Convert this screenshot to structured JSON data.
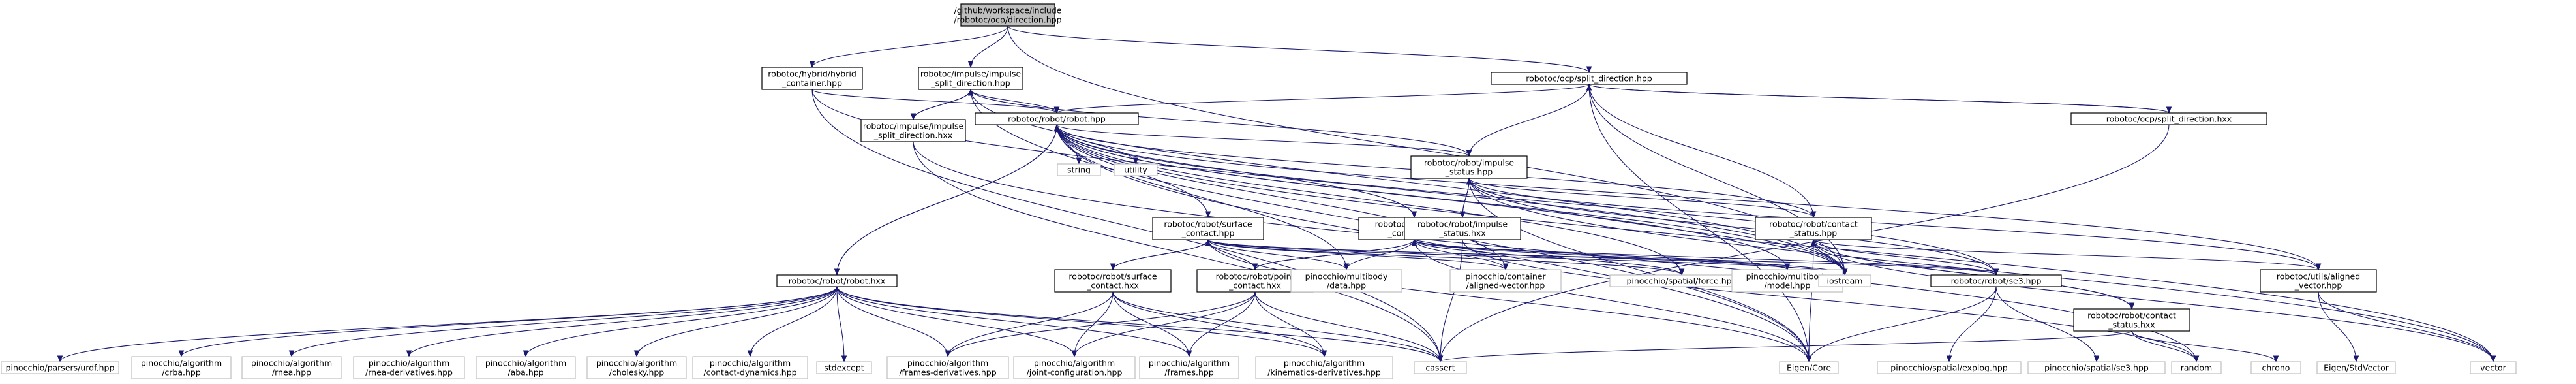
{
  "nodes": [
    {
      "id": "root",
      "lines": [
        "/github/workspace/include",
        "/robotoc/ocp/direction.hpp"
      ],
      "kind": "root"
    },
    {
      "id": "hybrid",
      "lines": [
        "robotoc/hybrid/hybrid",
        "_container.hpp"
      ],
      "kind": "local"
    },
    {
      "id": "imp_split_hpp",
      "lines": [
        "robotoc/impulse/impulse",
        "_split_direction.hpp"
      ],
      "kind": "local"
    },
    {
      "id": "split_dir_hpp",
      "lines": [
        "robotoc/ocp/split_direction.hpp"
      ],
      "kind": "local"
    },
    {
      "id": "imp_split_hxx",
      "lines": [
        "robotoc/impulse/impulse",
        "_split_direction.hxx"
      ],
      "kind": "local"
    },
    {
      "id": "robot_hpp",
      "lines": [
        "robotoc/robot/robot.hpp"
      ],
      "kind": "local"
    },
    {
      "id": "split_dir_hxx",
      "lines": [
        "robotoc/ocp/split_direction.hxx"
      ],
      "kind": "local"
    },
    {
      "id": "string",
      "lines": [
        "string"
      ],
      "kind": "ext"
    },
    {
      "id": "utility",
      "lines": [
        "utility"
      ],
      "kind": "ext"
    },
    {
      "id": "imp_status_hpp",
      "lines": [
        "robotoc/robot/impulse",
        "_status.hpp"
      ],
      "kind": "local"
    },
    {
      "id": "surface_hpp",
      "lines": [
        "robotoc/robot/surface",
        "_contact.hpp"
      ],
      "kind": "local"
    },
    {
      "id": "point_hpp",
      "lines": [
        "robotoc/robot/point",
        "_contact.hpp"
      ],
      "kind": "local"
    },
    {
      "id": "imp_status_hxx",
      "lines": [
        "robotoc/robot/impulse",
        "_status.hxx"
      ],
      "kind": "local"
    },
    {
      "id": "contact_status_hpp",
      "lines": [
        "robotoc/robot/contact",
        "_status.hpp"
      ],
      "kind": "local"
    },
    {
      "id": "robot_hxx",
      "lines": [
        "robotoc/robot/robot.hxx"
      ],
      "kind": "local"
    },
    {
      "id": "surface_hxx",
      "lines": [
        "robotoc/robot/surface",
        "_contact.hxx"
      ],
      "kind": "local"
    },
    {
      "id": "point_hxx",
      "lines": [
        "robotoc/robot/point",
        "_contact.hxx"
      ],
      "kind": "local"
    },
    {
      "id": "mb_data",
      "lines": [
        "pinocchio/multibody",
        "/data.hpp"
      ],
      "kind": "ext"
    },
    {
      "id": "aligned_vec",
      "lines": [
        "pinocchio/container",
        "/aligned-vector.hpp"
      ],
      "kind": "ext"
    },
    {
      "id": "force",
      "lines": [
        "pinocchio/spatial/force.hpp"
      ],
      "kind": "ext"
    },
    {
      "id": "mb_model",
      "lines": [
        "pinocchio/multibody",
        "/model.hpp"
      ],
      "kind": "ext"
    },
    {
      "id": "iostream",
      "lines": [
        "iostream"
      ],
      "kind": "ext"
    },
    {
      "id": "se3_hpp",
      "lines": [
        "robotoc/robot/se3.hpp"
      ],
      "kind": "local"
    },
    {
      "id": "contact_status_hxx",
      "lines": [
        "robotoc/robot/contact",
        "_status.hxx"
      ],
      "kind": "local"
    },
    {
      "id": "aligned_vector_hpp",
      "lines": [
        "robotoc/utils/aligned",
        "_vector.hpp"
      ],
      "kind": "local"
    },
    {
      "id": "urdf",
      "lines": [
        "pinocchio/parsers/urdf.hpp"
      ],
      "kind": "ext"
    },
    {
      "id": "crba",
      "lines": [
        "pinocchio/algorithm",
        "/crba.hpp"
      ],
      "kind": "ext"
    },
    {
      "id": "rnea",
      "lines": [
        "pinocchio/algorithm",
        "/rnea.hpp"
      ],
      "kind": "ext"
    },
    {
      "id": "rnea_der",
      "lines": [
        "pinocchio/algorithm",
        "/rnea-derivatives.hpp"
      ],
      "kind": "ext"
    },
    {
      "id": "aba",
      "lines": [
        "pinocchio/algorithm",
        "/aba.hpp"
      ],
      "kind": "ext"
    },
    {
      "id": "cholesky",
      "lines": [
        "pinocchio/algorithm",
        "/cholesky.hpp"
      ],
      "kind": "ext"
    },
    {
      "id": "contact_dyn",
      "lines": [
        "pinocchio/algorithm",
        "/contact-dynamics.hpp"
      ],
      "kind": "ext"
    },
    {
      "id": "stdexcept",
      "lines": [
        "stdexcept"
      ],
      "kind": "ext"
    },
    {
      "id": "frames_der",
      "lines": [
        "pinocchio/algorithm",
        "/frames-derivatives.hpp"
      ],
      "kind": "ext"
    },
    {
      "id": "joint_conf",
      "lines": [
        "pinocchio/algorithm",
        "/joint-configuration.hpp"
      ],
      "kind": "ext"
    },
    {
      "id": "frames",
      "lines": [
        "pinocchio/algorithm",
        "/frames.hpp"
      ],
      "kind": "ext"
    },
    {
      "id": "kin_der",
      "lines": [
        "pinocchio/algorithm",
        "/kinematics-derivatives.hpp"
      ],
      "kind": "ext"
    },
    {
      "id": "cassert",
      "lines": [
        "cassert"
      ],
      "kind": "ext"
    },
    {
      "id": "eigen_core",
      "lines": [
        "Eigen/Core"
      ],
      "kind": "ext"
    },
    {
      "id": "explog",
      "lines": [
        "pinocchio/spatial/explog.hpp"
      ],
      "kind": "ext"
    },
    {
      "id": "se3_pin",
      "lines": [
        "pinocchio/spatial/se3.hpp"
      ],
      "kind": "ext"
    },
    {
      "id": "random",
      "lines": [
        "random"
      ],
      "kind": "ext"
    },
    {
      "id": "chrono",
      "lines": [
        "chrono"
      ],
      "kind": "ext"
    },
    {
      "id": "stdvector",
      "lines": [
        "Eigen/StdVector"
      ],
      "kind": "ext"
    },
    {
      "id": "vector",
      "lines": [
        "vector"
      ],
      "kind": "ext"
    }
  ],
  "edges": [
    [
      "root",
      "hybrid"
    ],
    [
      "root",
      "imp_split_hpp"
    ],
    [
      "root",
      "split_dir_hpp"
    ],
    [
      "root",
      "iostream"
    ],
    [
      "hybrid",
      "robot_hpp"
    ],
    [
      "hybrid",
      "iostream"
    ],
    [
      "hybrid",
      "cassert"
    ],
    [
      "imp_split_hpp",
      "imp_split_hxx"
    ],
    [
      "imp_split_hpp",
      "robot_hpp"
    ],
    [
      "imp_split_hpp",
      "imp_status_hpp"
    ],
    [
      "imp_split_hpp",
      "iostream"
    ],
    [
      "imp_split_hpp",
      "eigen_core"
    ],
    [
      "imp_split_hxx",
      "imp_split_hpp"
    ],
    [
      "imp_split_hxx",
      "cassert"
    ],
    [
      "imp_split_hxx",
      "random"
    ],
    [
      "split_dir_hpp",
      "split_dir_hxx"
    ],
    [
      "split_dir_hpp",
      "robot_hpp"
    ],
    [
      "split_dir_hpp",
      "imp_status_hpp"
    ],
    [
      "split_dir_hpp",
      "contact_status_hpp"
    ],
    [
      "split_dir_hpp",
      "iostream"
    ],
    [
      "split_dir_hpp",
      "eigen_core"
    ],
    [
      "split_dir_hxx",
      "split_dir_hpp"
    ],
    [
      "split_dir_hxx",
      "cassert"
    ],
    [
      "robot_hpp",
      "string"
    ],
    [
      "robot_hpp",
      "utility"
    ],
    [
      "robot_hpp",
      "imp_status_hpp"
    ],
    [
      "robot_hpp",
      "surface_hpp"
    ],
    [
      "robot_hpp",
      "point_hpp"
    ],
    [
      "robot_hpp",
      "contact_status_hpp"
    ],
    [
      "robot_hpp",
      "robot_hxx"
    ],
    [
      "robot_hpp",
      "mb_data"
    ],
    [
      "robot_hpp",
      "aligned_vec"
    ],
    [
      "robot_hpp",
      "force"
    ],
    [
      "robot_hpp",
      "mb_model"
    ],
    [
      "robot_hpp",
      "iostream"
    ],
    [
      "robot_hpp",
      "se3_hpp"
    ],
    [
      "robot_hpp",
      "aligned_vector_hpp"
    ],
    [
      "robot_hpp",
      "eigen_core"
    ],
    [
      "robot_hpp",
      "vector"
    ],
    [
      "imp_status_hpp",
      "imp_status_hxx"
    ],
    [
      "imp_status_hpp",
      "contact_status_hpp"
    ],
    [
      "imp_status_hpp",
      "aligned_vector_hpp"
    ],
    [
      "imp_status_hpp",
      "se3_hpp"
    ],
    [
      "imp_status_hpp",
      "iostream"
    ],
    [
      "imp_status_hpp",
      "eigen_core"
    ],
    [
      "imp_status_hpp",
      "vector"
    ],
    [
      "imp_status_hxx",
      "imp_status_hpp"
    ],
    [
      "imp_status_hxx",
      "cassert"
    ],
    [
      "imp_status_hxx",
      "random"
    ],
    [
      "surface_hpp",
      "surface_hxx"
    ],
    [
      "surface_hpp",
      "point_hxx"
    ],
    [
      "surface_hpp",
      "se3_hpp"
    ],
    [
      "surface_hpp",
      "mb_data"
    ],
    [
      "surface_hpp",
      "mb_model"
    ],
    [
      "surface_hpp",
      "force"
    ],
    [
      "surface_hpp",
      "aligned_vec"
    ],
    [
      "surface_hpp",
      "iostream"
    ],
    [
      "surface_hpp",
      "eigen_core"
    ],
    [
      "surface_hxx",
      "surface_hpp"
    ],
    [
      "surface_hxx",
      "frames_der"
    ],
    [
      "surface_hxx",
      "joint_conf"
    ],
    [
      "surface_hxx",
      "frames"
    ],
    [
      "surface_hxx",
      "kin_der"
    ],
    [
      "surface_hxx",
      "cassert"
    ],
    [
      "point_hpp",
      "point_hxx"
    ],
    [
      "point_hpp",
      "se3_hpp"
    ],
    [
      "point_hpp",
      "mb_data"
    ],
    [
      "point_hpp",
      "mb_model"
    ],
    [
      "point_hpp",
      "force"
    ],
    [
      "point_hpp",
      "aligned_vec"
    ],
    [
      "point_hpp",
      "iostream"
    ],
    [
      "point_hpp",
      "eigen_core"
    ],
    [
      "point_hxx",
      "point_hpp"
    ],
    [
      "point_hxx",
      "frames_der"
    ],
    [
      "point_hxx",
      "joint_conf"
    ],
    [
      "point_hxx",
      "frames"
    ],
    [
      "point_hxx",
      "kin_der"
    ],
    [
      "point_hxx",
      "cassert"
    ],
    [
      "contact_status_hpp",
      "contact_status_hxx"
    ],
    [
      "contact_status_hpp",
      "aligned_vector_hpp"
    ],
    [
      "contact_status_hpp",
      "se3_hpp"
    ],
    [
      "contact_status_hpp",
      "iostream"
    ],
    [
      "contact_status_hpp",
      "eigen_core"
    ],
    [
      "contact_status_hpp",
      "vector"
    ],
    [
      "contact_status_hxx",
      "contact_status_hpp"
    ],
    [
      "contact_status_hxx",
      "cassert"
    ],
    [
      "contact_status_hxx",
      "random"
    ],
    [
      "contact_status_hxx",
      "chrono"
    ],
    [
      "robot_hxx",
      "robot_hpp"
    ],
    [
      "robot_hxx",
      "urdf"
    ],
    [
      "robot_hxx",
      "crba"
    ],
    [
      "robot_hxx",
      "rnea"
    ],
    [
      "robot_hxx",
      "rnea_der"
    ],
    [
      "robot_hxx",
      "aba"
    ],
    [
      "robot_hxx",
      "cholesky"
    ],
    [
      "robot_hxx",
      "contact_dyn"
    ],
    [
      "robot_hxx",
      "stdexcept"
    ],
    [
      "robot_hxx",
      "frames_der"
    ],
    [
      "robot_hxx",
      "joint_conf"
    ],
    [
      "robot_hxx",
      "frames"
    ],
    [
      "robot_hxx",
      "kin_der"
    ],
    [
      "robot_hxx",
      "cassert"
    ],
    [
      "se3_hpp",
      "eigen_core"
    ],
    [
      "se3_hpp",
      "explog"
    ],
    [
      "se3_hpp",
      "se3_pin"
    ],
    [
      "aligned_vector_hpp",
      "stdvector"
    ],
    [
      "aligned_vector_hpp",
      "vector"
    ]
  ]
}
